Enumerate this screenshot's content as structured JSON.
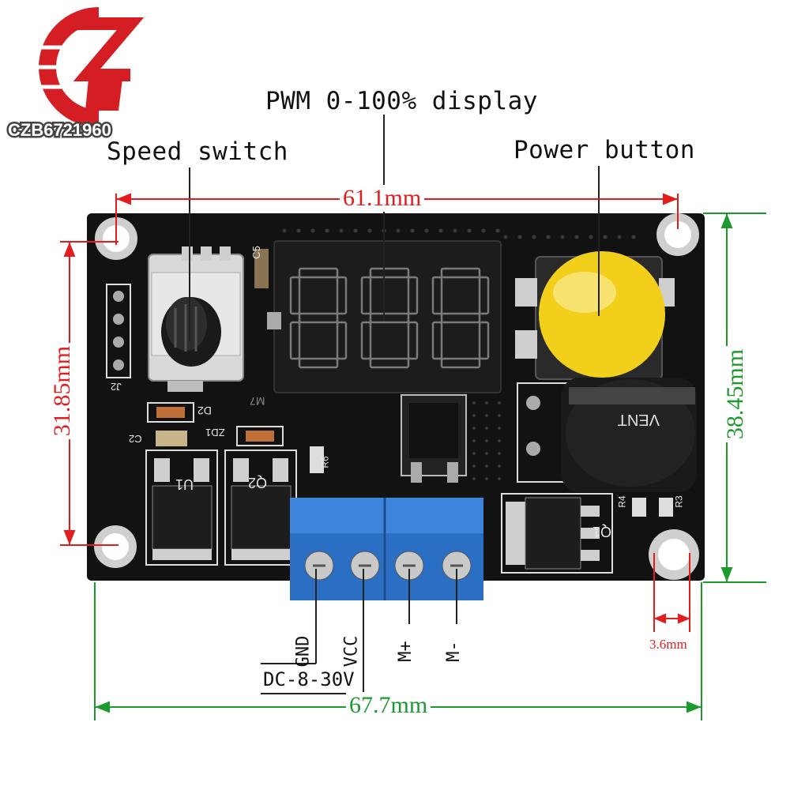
{
  "logo": {
    "text": "CZB6721960"
  },
  "labels": {
    "speed_switch": "Speed switch",
    "pwm_display": "PWM 0-100% display",
    "power_button": "Power button"
  },
  "dimensions": {
    "top_width": "61.1mm",
    "left_height": "31.85mm",
    "right_height": "38.45mm",
    "bottom_width": "67.7mm",
    "hole_diameter": "3.6mm"
  },
  "terminals": {
    "gnd": "GND",
    "vcc": "VCC",
    "m_plus": "M+",
    "m_minus": "M-",
    "supply": "DC-8-30V"
  },
  "display": {
    "digits": "888"
  },
  "silkscreen": {
    "u1": "U1",
    "q1": "Q1",
    "q2": "Q2",
    "d2": "D2",
    "zd1": "ZD1",
    "c2": "C2",
    "c5": "C5",
    "j2": "J2",
    "r6": "R6",
    "r3": "R3",
    "r4": "R4",
    "m7": "M7"
  },
  "buzzer": {
    "brand": "VENT"
  },
  "colors": {
    "pcb": "#121212",
    "terminal": "#2a6fc4",
    "button": "#f2cf1a",
    "dim_red": "#e31d1d",
    "dim_green": "#1c9a2e",
    "segment": "#7a7a7a"
  }
}
